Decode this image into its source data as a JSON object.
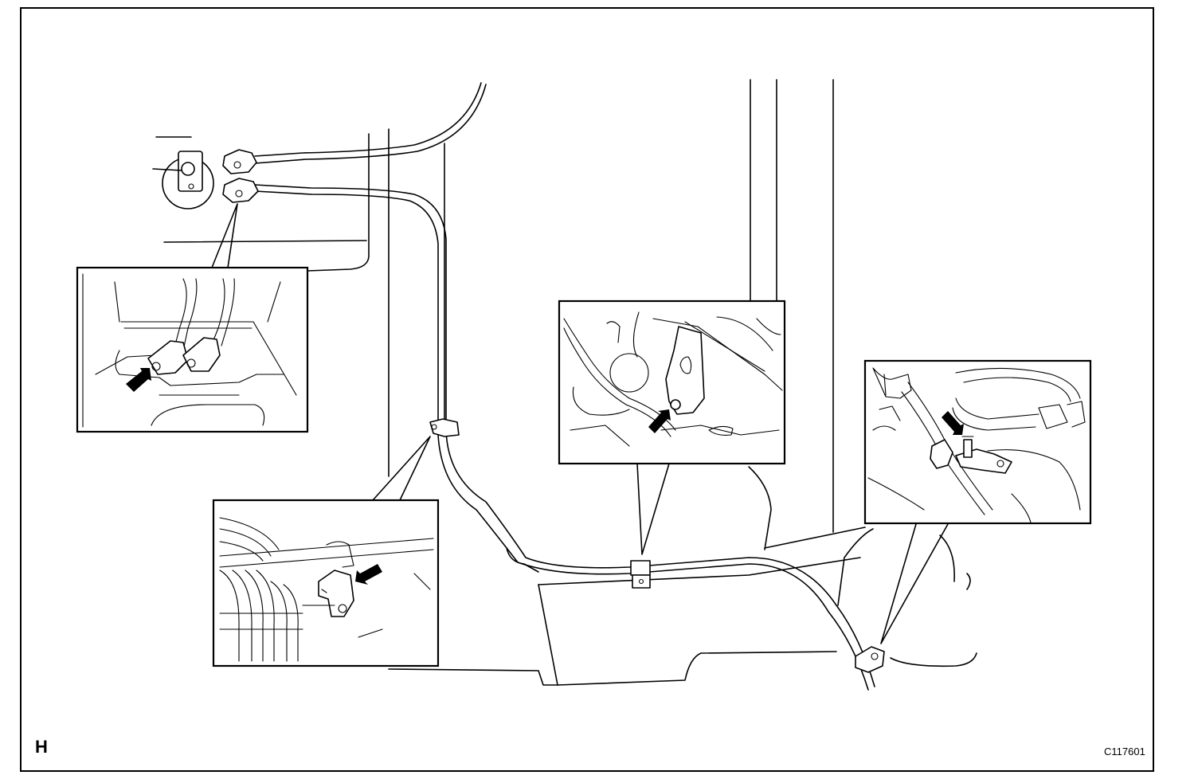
{
  "figure": {
    "section_letter": "H",
    "illustration_code": "C117601"
  },
  "callouts": [
    {
      "id": "detail-upper-left",
      "arrow_icon": "arrow-icon"
    },
    {
      "id": "detail-lower-left",
      "arrow_icon": "arrow-icon"
    },
    {
      "id": "detail-center",
      "arrow_icon": "arrow-icon"
    },
    {
      "id": "detail-right",
      "arrow_icon": "arrow-icon"
    }
  ]
}
